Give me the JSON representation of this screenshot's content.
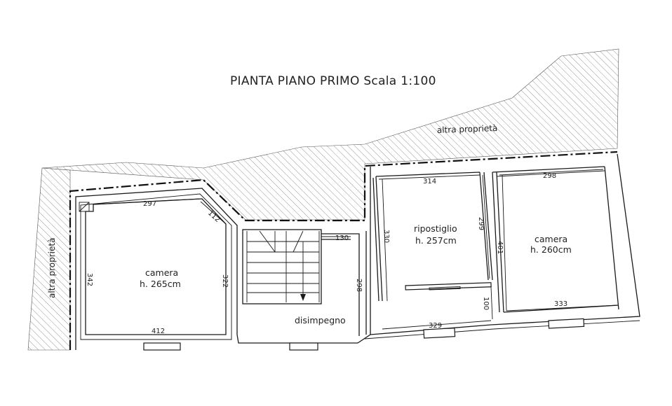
{
  "title": "PIANTA PIANO PRIMO Scala 1:100",
  "labels": {
    "altra_proprieta_top": "altra proprietà",
    "altra_proprieta_left": "altra proprietà",
    "disimpegno": "disimpegno"
  },
  "rooms": [
    {
      "name": "camera",
      "height": "h. 265cm"
    },
    {
      "name": "ripostiglio",
      "height": "h. 257cm"
    },
    {
      "name": "camera",
      "height": "h. 260cm"
    }
  ],
  "dimensions": {
    "d297": "297",
    "d112": "112",
    "d342": "342",
    "d322": "322",
    "d412": "412",
    "d130": "130",
    "d298_disimpegno": "298",
    "d314": "314",
    "d330": "330",
    "d299": "299",
    "d329": "329",
    "d100": "100",
    "d298_camera": "298",
    "d401": "401",
    "d333": "333"
  },
  "colors": {
    "line": "#1a1a1a",
    "hatch": "#8a8a8a",
    "background": "#ffffff"
  }
}
